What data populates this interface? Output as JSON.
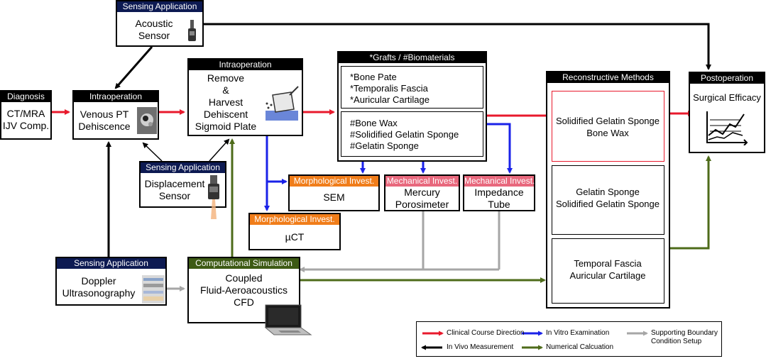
{
  "nodes": {
    "acoustic": {
      "header": "Sensing Application",
      "label": "Acoustic\nSensor"
    },
    "diagnosis": {
      "header": "Diagnosis",
      "label": "CT/MRA\nIJV Comp."
    },
    "intraop1": {
      "header": "Intraoperation",
      "label": "Venous PT\nDehiscence"
    },
    "intraop2": {
      "header": "Intraoperation",
      "label": "Remove\n&\nHarvest\nDehiscent\nSigmoid Plate"
    },
    "displacement": {
      "header": "Sensing Application",
      "label": "Displacement\nSensor"
    },
    "grafts": {
      "header": "*Grafts / #Biomaterials",
      "grafts_items": [
        "*Bone Pate",
        "*Temporalis Fascia",
        "*Auricular Cartilage"
      ],
      "bio_items": [
        "#Bone Wax",
        "#Solidified Gelatin Sponge",
        "#Gelatin Sponge"
      ]
    },
    "sem": {
      "header": "Morphological Invest.",
      "label": "SEM"
    },
    "mercury": {
      "header": "Mechanical Invest.",
      "label": "Mercury\nPorosimeter"
    },
    "impedance": {
      "header": "Mechanical Invest.",
      "label": "Impedance\nTube"
    },
    "uct": {
      "header": "Morphological Invest.",
      "label": "µCT"
    },
    "reconstructive": {
      "header": "Reconstructive Methods",
      "method1": "Solidified Gelatin Sponge\nBone Wax",
      "method2": "Gelatin Sponge\nSolidified Gelatin Sponge",
      "method3": "Temporal Fascia\nAuricular Cartilage"
    },
    "postop": {
      "header": "Postoperation",
      "label": "Surgical Efficacy"
    },
    "doppler": {
      "header": "Sensing Application",
      "label": "Doppler\nUltrasonography"
    },
    "cfd": {
      "header": "Computational Simulation",
      "label": "Coupled\nFluid-Aeroacoustics\nCFD"
    }
  },
  "legend": {
    "clinical": "Clinical Course Direction",
    "invitro": "In Vitro Examination",
    "boundary": "Supporting Boundary\nCondition Setup",
    "invivo": "In Vivo Measurement",
    "numerical": "Numerical Calcuation"
  },
  "colors": {
    "clinical": "#e8192c",
    "invitro": "#1a22e8",
    "boundary": "#a6a6a6",
    "invivo": "#000000",
    "numerical": "#4e6b1a",
    "navy": "#0d1a52",
    "orange": "#f07d1a",
    "pink": "#e8687d"
  },
  "icons": [
    "acoustic-sensor-icon",
    "ct-scan-icon",
    "bone-plate-icon",
    "displacement-sensor-icon",
    "ultrasound-image-icon",
    "laptop-icon",
    "efficacy-chart-icon"
  ]
}
